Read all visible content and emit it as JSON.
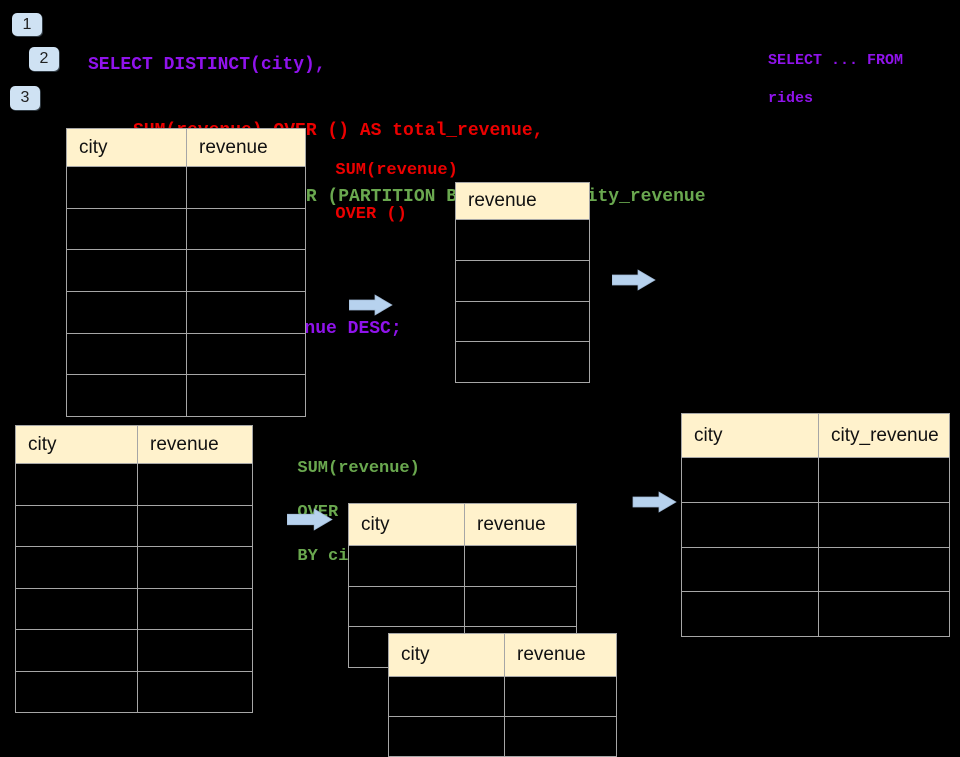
{
  "colors": {
    "background": "#000000",
    "code_purple": "#9013EC",
    "code_red": "#EC0000",
    "code_green": "#6AA84F",
    "table_header_bg": "#FFF2CC",
    "table_border": "#A6A6A6",
    "arrow_blue": "#B7D2EE",
    "badge_bg": "#CFE2F3"
  },
  "badges": [
    {
      "label": "1"
    },
    {
      "label": "2"
    },
    {
      "label": "3"
    }
  ],
  "code": {
    "lines": [
      {
        "text": "SELECT DISTINCT(city),",
        "color": "purple"
      },
      {
        "text": "SUM(revenue) OVER () AS total_revenue,",
        "color": "red"
      },
      {
        "text": "SUM(revenue) OVER (PARTITION BY city) as city_revenue",
        "color": "green"
      },
      {
        "text": "FROM rides",
        "color": "purple"
      },
      {
        "text": "ORDER by city_revenue DESC;",
        "color": "purple"
      }
    ]
  },
  "side_note": {
    "line1": "SELECT ... FROM",
    "line2": "rides"
  },
  "labels": {
    "total": {
      "line1": "SUM(revenue)",
      "line2": "OVER ()"
    },
    "partition": {
      "line1": "SUM(revenue)",
      "line2": "OVER (PARTITION",
      "line3": "BY city)"
    }
  },
  "tables": {
    "source_top": {
      "columns": [
        "city",
        "revenue"
      ],
      "rows": 6
    },
    "total_revenue": {
      "columns": [
        "revenue"
      ],
      "rows": 4
    },
    "source_bottom": {
      "columns": [
        "city",
        "revenue"
      ],
      "rows": 6
    },
    "partition_back": {
      "columns": [
        "city",
        "revenue"
      ],
      "rows": 3
    },
    "partition_front": {
      "columns": [
        "city",
        "revenue"
      ],
      "rows": 2
    },
    "result": {
      "columns": [
        "city",
        "city_revenue"
      ],
      "rows": 4
    }
  },
  "icons": {
    "flow_arrow": "right-arrow"
  }
}
